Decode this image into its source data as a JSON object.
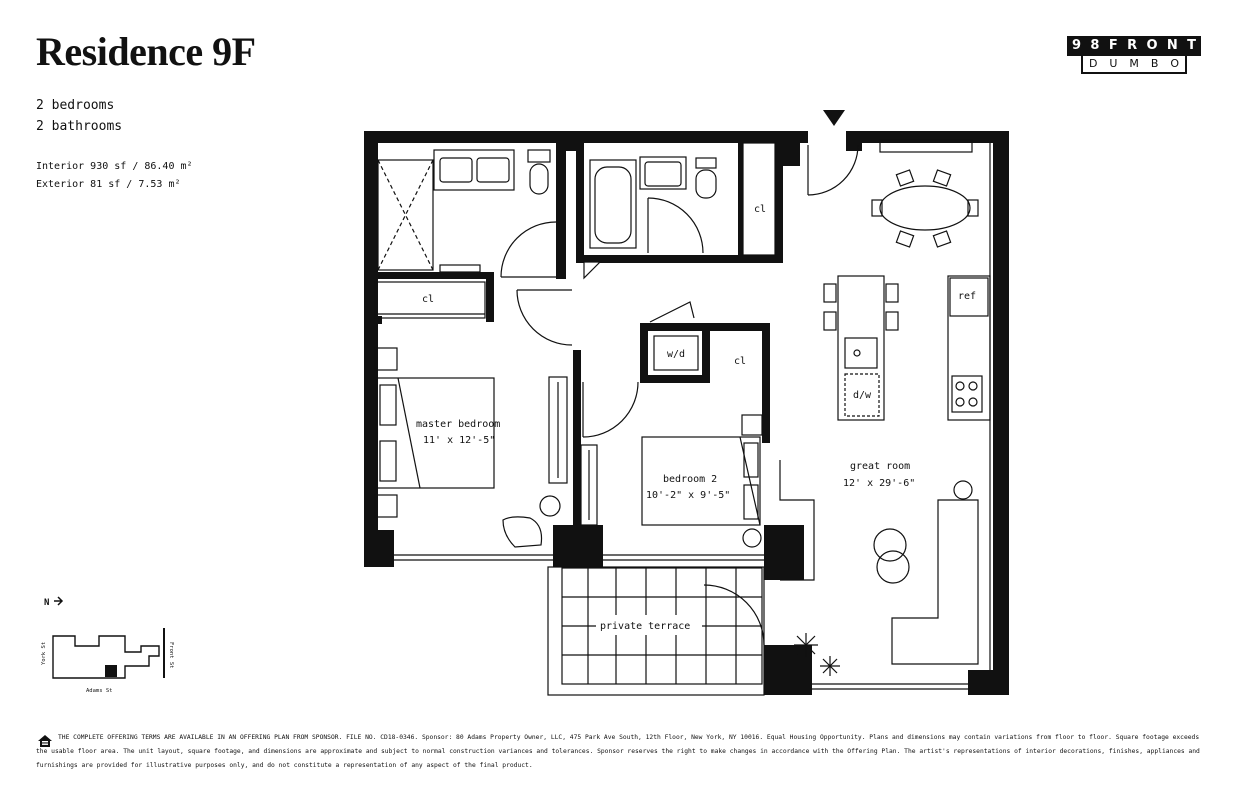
{
  "header": {
    "title": "Residence 9F",
    "bedrooms": "2 bedrooms",
    "bathrooms": "2 bathrooms",
    "interior": "Interior 930 sf / 86.40 m²",
    "exterior": "Exterior 81 sf / 7.53 m²"
  },
  "logo": {
    "top": [
      "9",
      "8",
      "F",
      "R",
      "O",
      "N",
      "T"
    ],
    "bottom": [
      "D",
      "U",
      "M",
      "B",
      "O"
    ]
  },
  "rooms": {
    "master_name": "master bedroom",
    "master_dims": "11' x 12'-5\"",
    "bedroom2_name": "bedroom 2",
    "bedroom2_dims": "10'-2\" x 9'-5\"",
    "great_name": "great room",
    "great_dims": "12' x 29'-6\"",
    "terrace_name": "private terrace",
    "closet": "cl",
    "washer_dryer": "w/d",
    "refrigerator": "ref",
    "dishwasher": "d/w"
  },
  "keyplan": {
    "north": "N",
    "street_west": "York St",
    "street_east": "Front St",
    "street_south": "Adams St"
  },
  "disclaimer": "THE COMPLETE OFFERING TERMS ARE AVAILABLE IN AN OFFERING PLAN FROM SPONSOR. FILE NO. CD18-0346. Sponsor: 80 Adams Property Owner, LLC, 475 Park Ave South, 12th Floor, New York, NY 10016. Equal Housing Opportunity. Plans and dimensions may contain variations from floor to floor. Square footage exceeds the usable floor area. The unit layout, square footage, and dimensions are approximate and subject to normal construction variances and tolerances. Sponsor reserves the right to make changes in accordance with the Offering Plan. The artist's representations of interior decorations, finishes, appliances and furnishings are provided for illustrative purposes only, and do not constitute a representation of any aspect of the final product."
}
